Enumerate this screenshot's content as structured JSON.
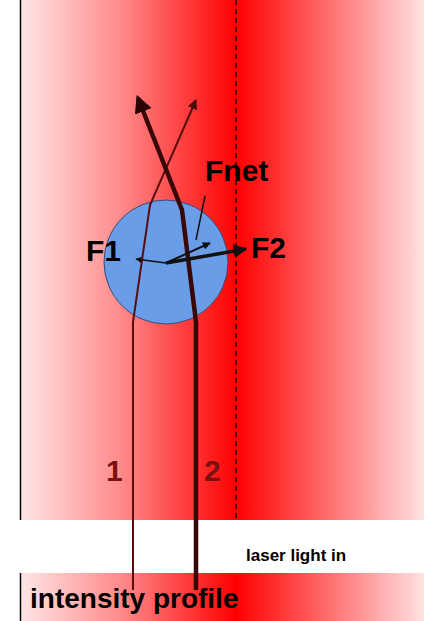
{
  "diagram": {
    "labels": [
      "F1",
      "Fnet",
      "F2",
      "1",
      "2",
      "laser light in",
      "intensity profile"
    ]
  }
}
